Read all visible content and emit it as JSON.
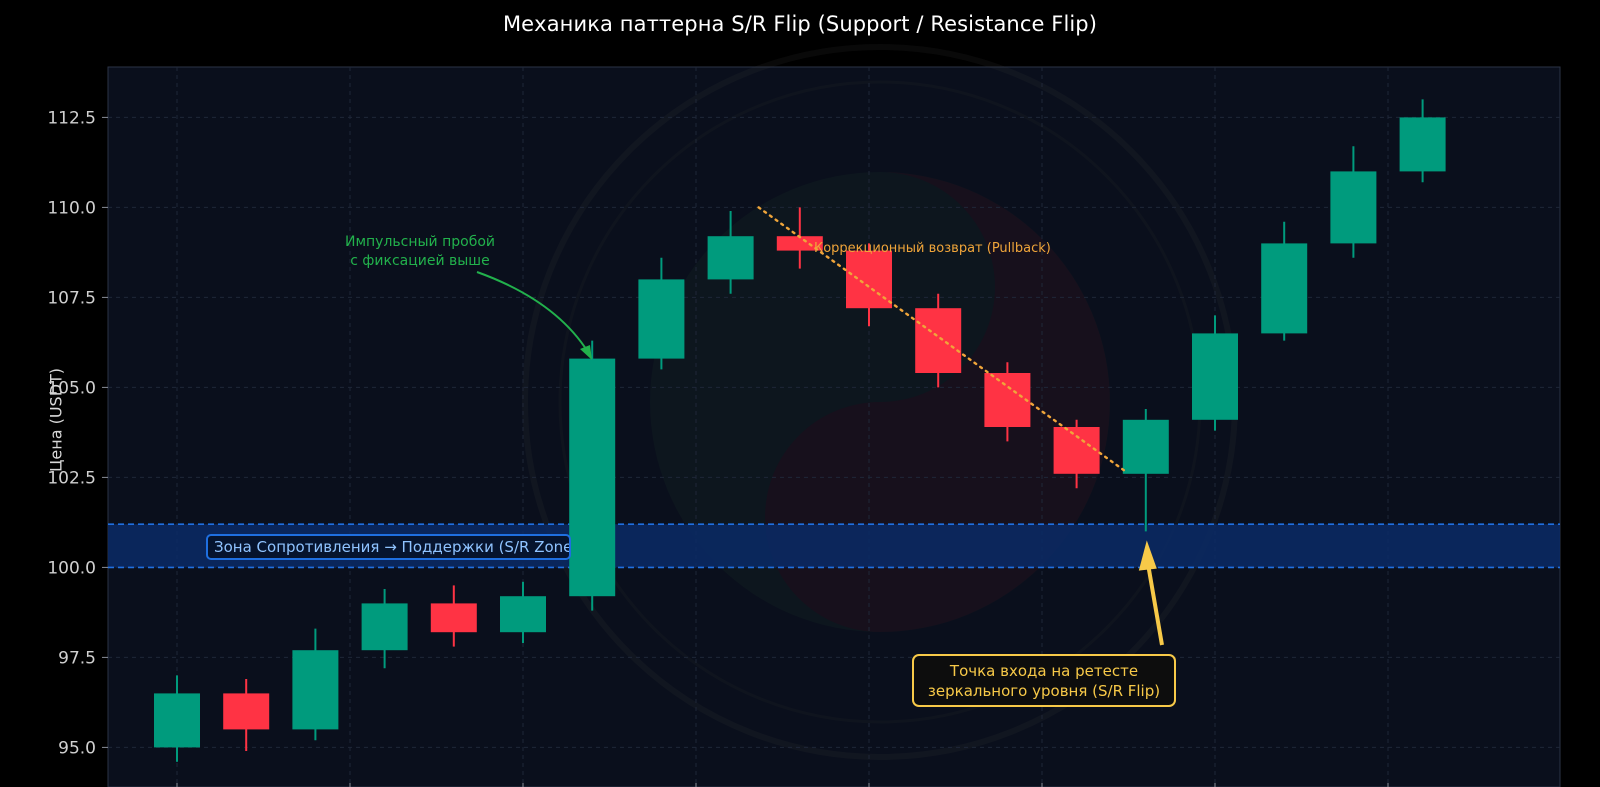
{
  "chart_data": {
    "type": "candlestick",
    "title": "Механика паттерна S/R Flip (Support / Resistance Flip)",
    "ylabel": "Цена (USDT)",
    "ylim": [
      93.9,
      113.9
    ],
    "yticks": [
      "95.0",
      "97.5",
      "100.0",
      "102.5",
      "105.0",
      "107.5",
      "110.0",
      "112.5"
    ],
    "ytick_values": [
      95.0,
      97.5,
      100.0,
      102.5,
      105.0,
      107.5,
      110.0,
      112.5
    ],
    "grid": true,
    "candles": [
      {
        "open": 95.0,
        "high": 97.0,
        "low": 94.6,
        "close": 96.5
      },
      {
        "open": 96.5,
        "high": 96.9,
        "low": 94.9,
        "close": 95.5
      },
      {
        "open": 95.5,
        "high": 98.3,
        "low": 95.2,
        "close": 97.7
      },
      {
        "open": 97.7,
        "high": 99.4,
        "low": 97.2,
        "close": 99.0
      },
      {
        "open": 99.0,
        "high": 99.5,
        "low": 97.8,
        "close": 98.2
      },
      {
        "open": 98.2,
        "high": 99.6,
        "low": 97.9,
        "close": 99.2
      },
      {
        "open": 99.2,
        "high": 106.3,
        "low": 98.8,
        "close": 105.8
      },
      {
        "open": 105.8,
        "high": 108.6,
        "low": 105.5,
        "close": 108.0
      },
      {
        "open": 108.0,
        "high": 109.9,
        "low": 107.6,
        "close": 109.2
      },
      {
        "open": 109.2,
        "high": 110.0,
        "low": 108.3,
        "close": 108.8
      },
      {
        "open": 108.8,
        "high": 109.0,
        "low": 106.7,
        "close": 107.2
      },
      {
        "open": 107.2,
        "high": 107.6,
        "low": 105.0,
        "close": 105.4
      },
      {
        "open": 105.4,
        "high": 105.7,
        "low": 103.5,
        "close": 103.9
      },
      {
        "open": 103.9,
        "high": 104.1,
        "low": 102.2,
        "close": 102.6
      },
      {
        "open": 102.6,
        "high": 104.4,
        "low": 101.0,
        "close": 104.1
      },
      {
        "open": 104.1,
        "high": 107.0,
        "low": 103.8,
        "close": 106.5
      },
      {
        "open": 106.5,
        "high": 109.6,
        "low": 106.3,
        "close": 109.0
      },
      {
        "open": 109.0,
        "high": 111.7,
        "low": 108.6,
        "close": 111.0
      },
      {
        "open": 111.0,
        "high": 113.0,
        "low": 110.7,
        "close": 112.5
      }
    ],
    "zone": {
      "low": 100.0,
      "high": 101.2,
      "label": "Зона Сопротивления → Поддержки (S/R Zone)"
    },
    "annotations": {
      "breakout": {
        "line1": "Импульсный пробой",
        "line2": "с фиксацией выше"
      },
      "pullback": "Коррекционный возврат (Pullback)",
      "entry": {
        "line1": "Точка входа на ретесте",
        "line2": "зеркального уровня (S/R Flip)"
      }
    },
    "colors": {
      "up": "#009b7d",
      "down": "#ff3344",
      "zone": "#0b2a66",
      "zone_line": "#1f6fe0",
      "breakout": "#22b14c",
      "pullback": "#f0a53a",
      "entry": "#f7c948"
    }
  }
}
